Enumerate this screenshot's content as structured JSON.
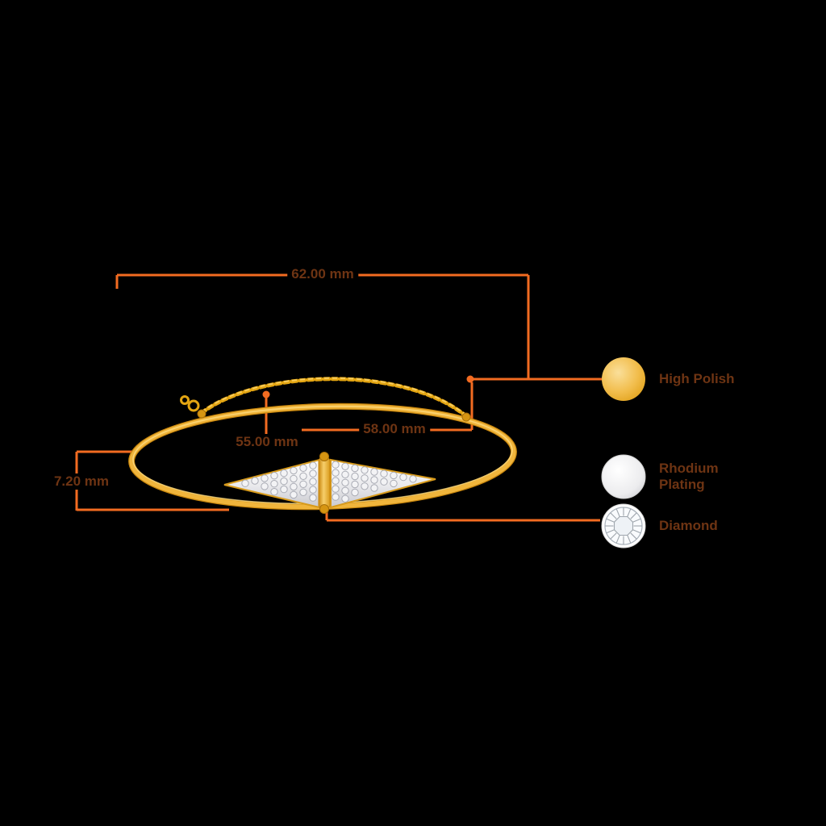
{
  "dimensions": {
    "overall_width": "62.00 mm",
    "chain_length": "55.00 mm",
    "inner_width": "58.00 mm",
    "motif_height": "7.20 mm"
  },
  "legend": {
    "high_polish": "High Polish",
    "rhodium": "Rhodium Plating",
    "diamond": "Diamond"
  },
  "colors": {
    "dimension_line": "#F26B21",
    "label_text": "#6E3413",
    "gold": "#EFB13A",
    "silver": "#E6E6EA",
    "background": "#000000"
  }
}
